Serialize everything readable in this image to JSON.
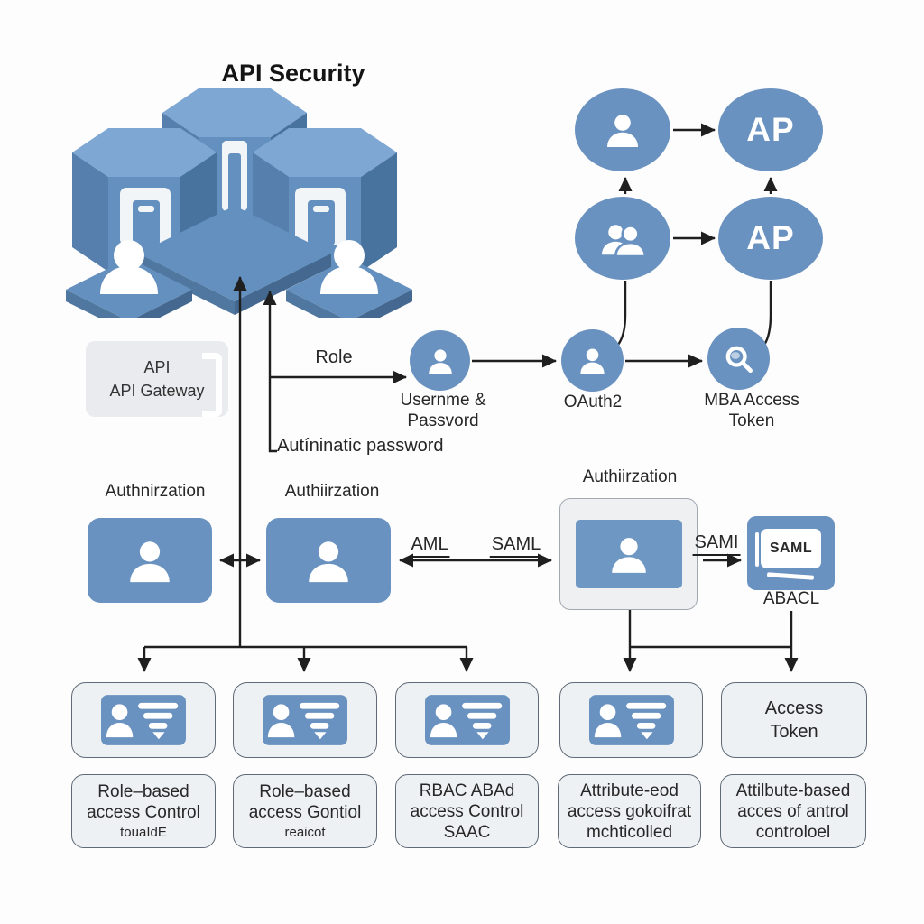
{
  "title": "API Security",
  "colors": {
    "node_blue": "#6992c0",
    "line": "#1f1f1f",
    "panel_bg": "#eef1f4"
  },
  "top_right": {
    "ap_top": "AP",
    "ap_bottom": "AP"
  },
  "gateway": {
    "line1": "API",
    "line2": "API Gateway"
  },
  "middle": {
    "role_label": "Role",
    "auto_password_label": "Autíninatic password",
    "username": {
      "line1": "Usernme &",
      "line2": "Passvord"
    },
    "oauth_label": "OAuth2",
    "mfa": {
      "line1": "MBA Access",
      "line2": "Token"
    }
  },
  "authorization": {
    "label_left": "Authnirzation",
    "label_mid": "Authiirzation",
    "label_right": "Authiirzation",
    "aml_label": "AML",
    "saml_label": "SAML",
    "sami_label": "SAMI",
    "saml_screen_text": "SAML",
    "abacl_label": "ABACL"
  },
  "bottom": {
    "access_token": {
      "line1": "Access",
      "line2": "Token"
    },
    "labels": [
      {
        "line1": "Role–based",
        "line2": "access Control",
        "line3": "touaIdE"
      },
      {
        "line1": "Role–based",
        "line2": "access Gontiol",
        "line3": "reaicot"
      },
      {
        "line1": "RBAC ABAd",
        "line2": "access Control",
        "line3": "SAAC"
      },
      {
        "line1": "Attribute-eod",
        "line2": "access gokoifrat",
        "line3": "mchticolled"
      },
      {
        "line1": "Attilbute-based",
        "line2": "acces of antrol",
        "line3": "controloel"
      }
    ]
  }
}
